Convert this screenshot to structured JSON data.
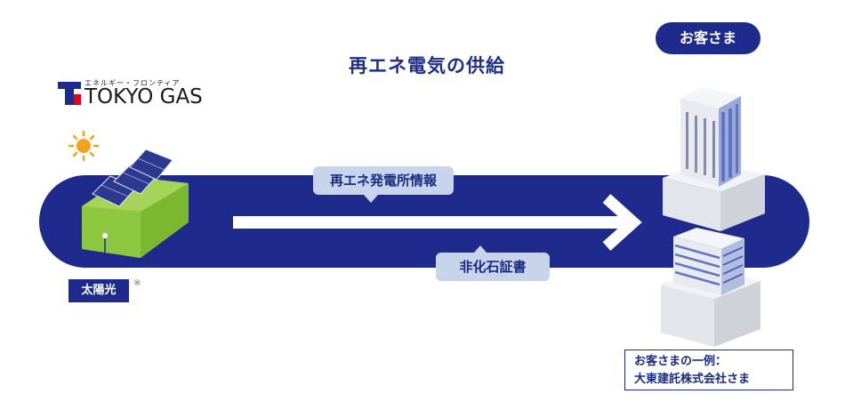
{
  "title": "再エネ電気の供給",
  "logo": {
    "tagline": "エネルギー・フロンティア",
    "name": "TOKYO GAS"
  },
  "customer_badge": "お客さま",
  "flows": {
    "plant_info": "再エネ発電所情報",
    "certificate": "非化石証書"
  },
  "solar": {
    "label": "太陽光",
    "note": "※"
  },
  "customer_example": {
    "line1": "お客さまの一例：",
    "line2": "大東建託株式会社さま"
  },
  "colors": {
    "navy": "#1f2b8c",
    "pill": "#c8d3ec",
    "grass": "#8dc63f",
    "sun": "#f7a21b"
  }
}
